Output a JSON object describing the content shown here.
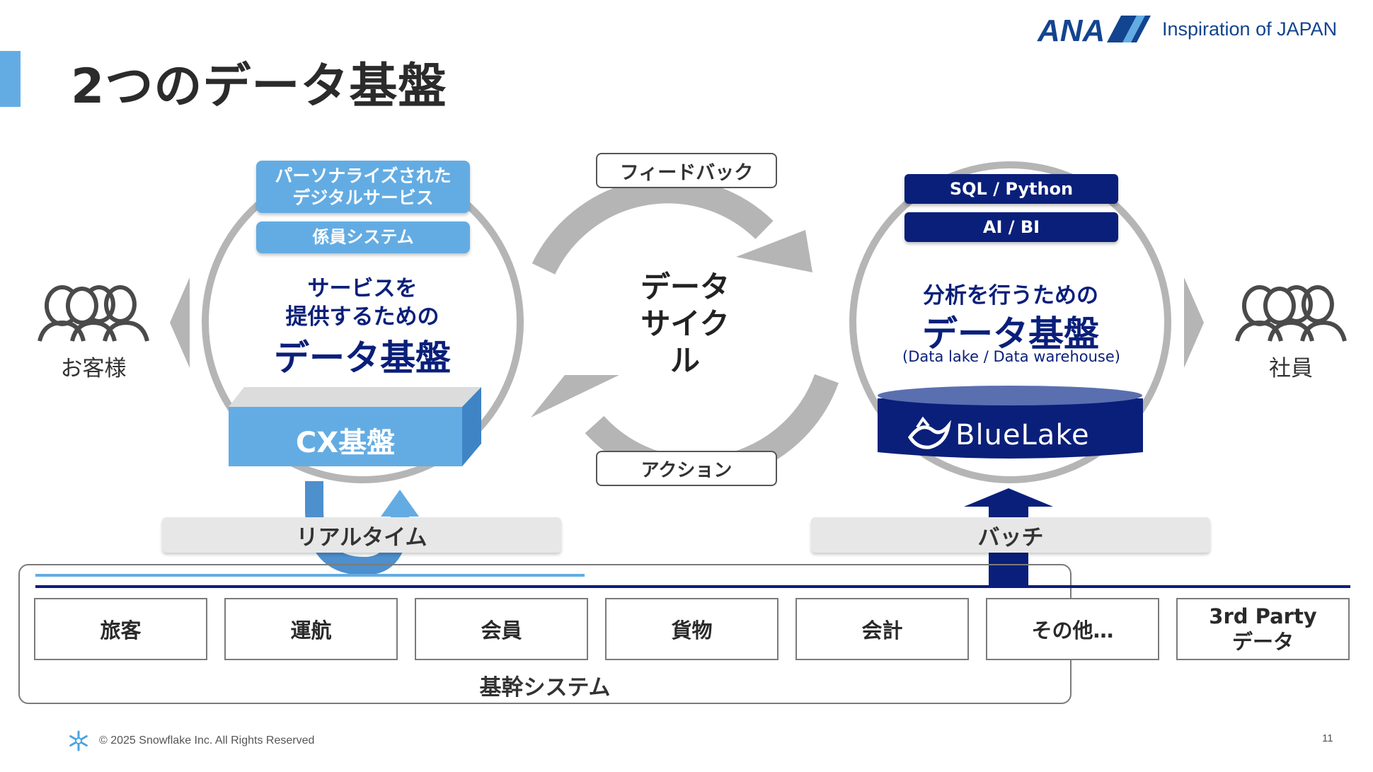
{
  "header": {
    "title": "2つのデータ基盤",
    "brand_logo": "ANA",
    "brand_tagline": "Inspiration of JAPAN"
  },
  "left": {
    "customers_label": "お客様",
    "pill_personalized": "パーソナライズされた\nデジタルサービス",
    "pill_staff": "係員システム",
    "platform_title_small": "サービスを\n提供するための",
    "platform_title_large": "データ基盤",
    "cx_label": "CX基盤",
    "realtime_label": "リアルタイム"
  },
  "center": {
    "feedback_label": "フィードバック",
    "cycle_label": "データ\nサイク\nル",
    "action_label": "アクション"
  },
  "right": {
    "pill_sql": "SQL / Python",
    "pill_ai": "AI / BI",
    "platform_title_small": "分析を行うための",
    "platform_title_large": "データ基盤",
    "platform_subtitle": "(Data lake / Data warehouse)",
    "bluelake_label": "BlueLake",
    "batch_label": "バッチ",
    "employees_label": "社員"
  },
  "core_systems": {
    "label": "基幹システム",
    "items": [
      "旅客",
      "運航",
      "会員",
      "貨物",
      "会計",
      "その他…"
    ],
    "third_party": "3rd Party\nデータ"
  },
  "footer": {
    "copyright": "© 2025 Snowflake Inc. All Rights Reserved",
    "page_number": "11"
  },
  "colors": {
    "accent_blue": "#63ace3",
    "navy": "#0a1f7a",
    "ring_gray": "#b5b5b5",
    "brand_blue": "#13448f"
  }
}
